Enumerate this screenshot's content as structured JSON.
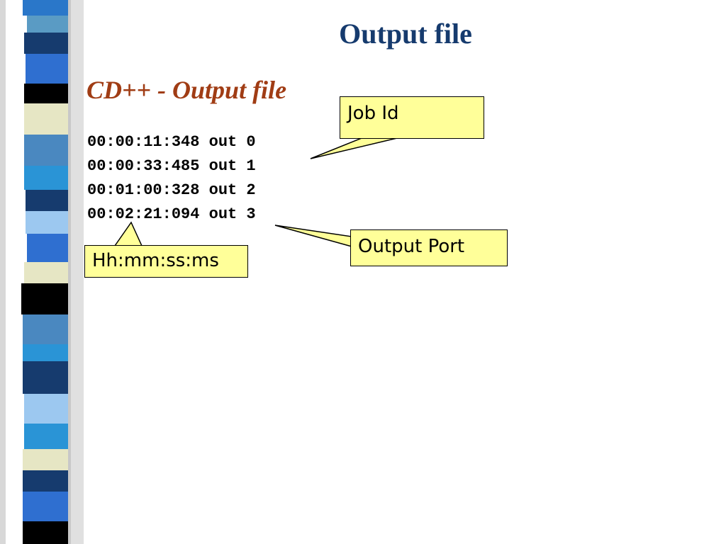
{
  "slide": {
    "title": "Output file",
    "subtitle": "CD++ - Output file"
  },
  "output_lines": [
    "00:00:11:348 out 0",
    "00:00:33:485 out 1",
    "00:01:00:328 out 2",
    "00:02:21:094 out 3"
  ],
  "callouts": {
    "job_id": "Job Id",
    "output_port": "Output Port",
    "time_format": "Hh:mm:ss:ms"
  },
  "colors": {
    "title": "#163b6e",
    "subtitle": "#a03c14",
    "callout_fill": "#ffff99"
  }
}
